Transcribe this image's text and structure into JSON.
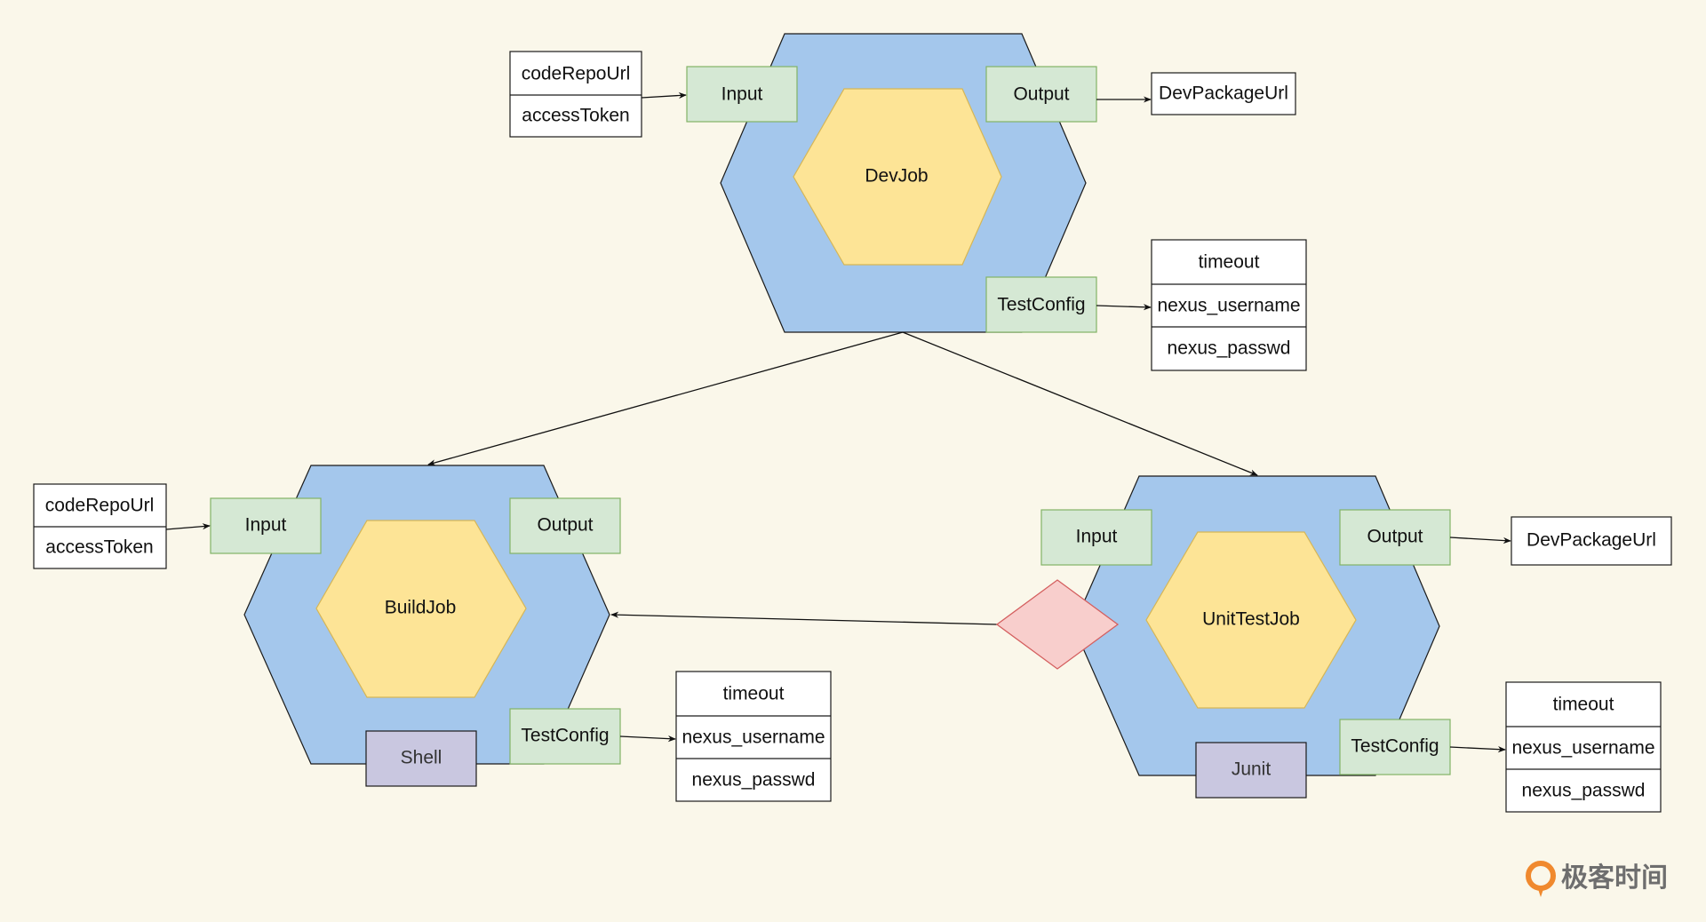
{
  "colors": {
    "background": "#faf7ea",
    "outer_hexagon_fill": "#a4c7ec",
    "inner_hexagon_fill": "#fde496",
    "inner_hexagon_stroke": "#d6b656",
    "port_fill": "#d5e8d4",
    "port_stroke": "#82b366",
    "tool_fill": "#c9c7e0",
    "decision_fill": "#f8cecc",
    "decision_stroke": "#d45f5f",
    "watermark_accent": "#f0892e"
  },
  "jobs": {
    "dev": {
      "name": "DevJob",
      "ports": {
        "input": "Input",
        "output": "Output",
        "test_config": "TestConfig"
      },
      "input_params": [
        "codeRepoUrl",
        "accessToken"
      ],
      "output_params": [
        "DevPackageUrl"
      ],
      "test_config_params": [
        "timeout",
        "nexus_username",
        "nexus_passwd"
      ]
    },
    "build": {
      "name": "BuildJob",
      "tool": "Shell",
      "ports": {
        "input": "Input",
        "output": "Output",
        "test_config": "TestConfig"
      },
      "input_params": [
        "codeRepoUrl",
        "accessToken"
      ],
      "test_config_params": [
        "timeout",
        "nexus_username",
        "nexus_passwd"
      ]
    },
    "unit_test": {
      "name": "UnitTestJob",
      "tool": "Junit",
      "ports": {
        "input": "Input",
        "output": "Output",
        "test_config": "TestConfig"
      },
      "output_params": [
        "DevPackageUrl"
      ],
      "test_config_params": [
        "timeout",
        "nexus_username",
        "nexus_passwd"
      ]
    }
  },
  "watermark": {
    "text": "极客时间",
    "logo_icon": "geektime-logo-icon"
  }
}
